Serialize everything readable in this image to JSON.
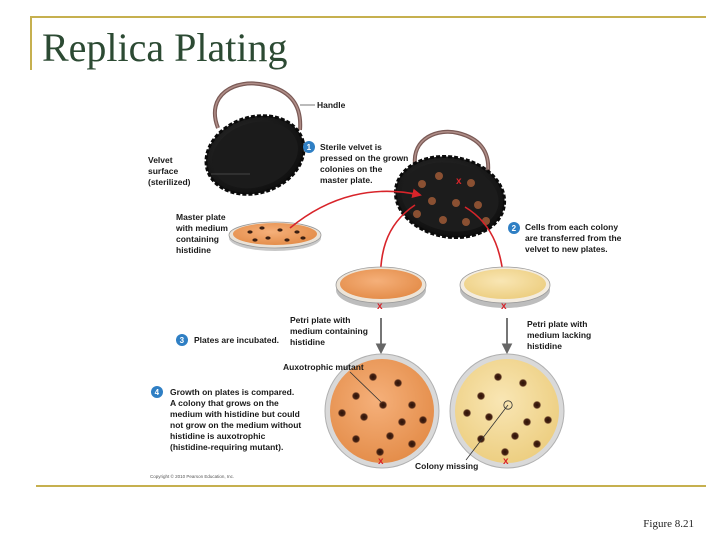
{
  "slide": {
    "title": "Replica Plating",
    "figure_label": "Figure 8.21",
    "copyright": "Copyright © 2010 Pearson Education, Inc."
  },
  "labels": {
    "handle": "Handle",
    "velvet": [
      "Velvet",
      "surface",
      "(sterilized)"
    ],
    "master": [
      "Master plate",
      "with medium",
      "containing",
      "histidine"
    ],
    "step1": [
      "Sterile velvet is",
      "pressed on the grown",
      "colonies on the",
      "master plate."
    ],
    "step2": [
      "Cells from each colony",
      "are transferred from the",
      "velvet to new plates."
    ],
    "petri_with": [
      "Petri plate with",
      "medium containing",
      "histidine"
    ],
    "petri_lacking": [
      "Petri plate with",
      "medium lacking",
      "histidine"
    ],
    "step3": "Plates are incubated.",
    "auxotrophic": "Auxotrophic mutant",
    "step4": [
      "Growth on plates is compared.",
      "A colony that grows on the",
      "medium with histidine but could",
      "not grow on the medium without",
      "histidine is auxotrophic",
      "(histidine-requiring mutant)."
    ],
    "colony_missing": "Colony missing",
    "missing_mark": "x"
  },
  "steps": {
    "n1": "1",
    "n2": "2",
    "n3": "3",
    "n4": "4"
  },
  "colors": {
    "accent_rule": "#c6b04f",
    "title": "#2c4a33",
    "arrow_red": "#d8242a",
    "badge_blue": "#2f7fc4",
    "medium_with_histidine": "#eb9a5a",
    "medium_lacking_histidine": "#f4dc9c",
    "velvet": "#1b1b1b",
    "colony": "#3a1f12"
  }
}
